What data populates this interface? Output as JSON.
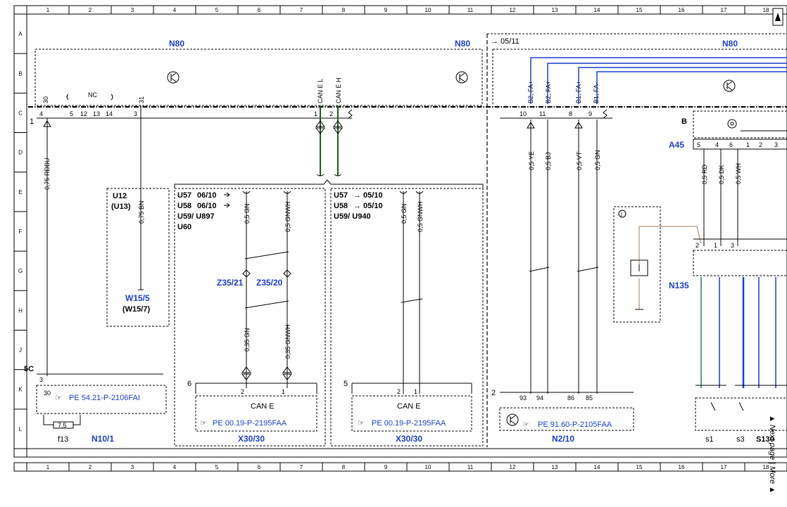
{
  "grid": {
    "columns": [
      "1",
      "2",
      "3",
      "4",
      "5",
      "6",
      "7",
      "8",
      "9",
      "10",
      "11",
      "12",
      "13",
      "14",
      "15",
      "16",
      "17",
      "18"
    ],
    "rows": [
      "A",
      "B",
      "C",
      "D",
      "E",
      "F",
      "G",
      "H",
      "J",
      "K",
      "L"
    ]
  },
  "blocks": {
    "n80_left": "N80",
    "n80_mid": "N80",
    "n80_right": "N80",
    "sheet_ref": "→ 05/11",
    "row_marker": "1",
    "label_b": "B",
    "a45": "A45",
    "n135": "N135",
    "n10_1": "N10/1",
    "f13": "f13",
    "fuse": "7.5",
    "label_5c": "5C",
    "x30_left": "X30/30",
    "x30_right": "X30/30",
    "n2_10": "N2/10",
    "s1": "s1",
    "s3": "s3",
    "s130": "S130",
    "next_page": "▲ Next page | More ▲",
    "info_icon": "i"
  },
  "connector_top": {
    "pins_left": [
      "4",
      "5",
      "12",
      "13",
      "14",
      "3",
      "1",
      "2"
    ],
    "pin_30": "30",
    "pin_31": "31",
    "nc": "NC",
    "can_l": "CAN E L",
    "can_h": "CAN E H",
    "pins_right": [
      "10",
      "11",
      "8",
      "9"
    ],
    "signals_right": [
      "B2, FA+",
      "B2, FA+",
      "B1, FA+",
      "B1, FA-"
    ],
    "a45_pins": [
      "5",
      "4",
      "6",
      "1",
      "2",
      "3"
    ]
  },
  "wires": {
    "rdbu": "0,75 RDBU",
    "bn": "0,75 BN",
    "gn": "0,5 GN",
    "gnwh": "0,5 GNWH",
    "gn2": "0,5 GN",
    "gnwh2": "0,5 GNWH",
    "gn35": "0,35 GN",
    "gnwh35": "0,35 GNWH",
    "ye": "0,5 YE",
    "bj": "0,5 BJ",
    "vt": "0,5 VT",
    "gn3": "0,5 GN",
    "rd": "0,5 RD",
    "dk": "0,5 DK",
    "wh": "0,5 WH"
  },
  "variants": {
    "u12": "U12",
    "u13": "(U13)",
    "w15_5": "W15/5",
    "w15_7": "(W15/7)",
    "left_u57": "U57",
    "left_u57_date": "06/10",
    "left_u58": "U58",
    "left_u58_date": "06/10",
    "left_u59": "U59/ U897",
    "left_u60": "U60",
    "right_u57": "U57",
    "right_u57_date": "→ 05/10",
    "right_u58": "U58",
    "right_u58_date": "→ 05/10",
    "right_u59": "U59/ U940",
    "z35_21": "Z35/21",
    "z35_20": "Z35/20"
  },
  "modules": {
    "num_6": "6",
    "num_5": "5",
    "num_2": "2",
    "can_e_left": "CAN E",
    "can_e_right": "CAN E",
    "ref_n10": "PE 54.21-P-2106FAI",
    "ref_x30_left": "PE 00.19-P-2195FAA",
    "ref_x30_right": "PE 00.19-P-2195FAA",
    "ref_n2": "PE 91.60-P-2105FAA",
    "n2_pins": [
      "93",
      "94",
      "86",
      "85"
    ],
    "n135_pins": [
      "2",
      "1",
      "3"
    ],
    "pin_30_k": "30",
    "pin_3_j": "3",
    "pins_lower_left": [
      "2",
      "1"
    ],
    "pins_lower_right": [
      "2",
      "1"
    ]
  }
}
